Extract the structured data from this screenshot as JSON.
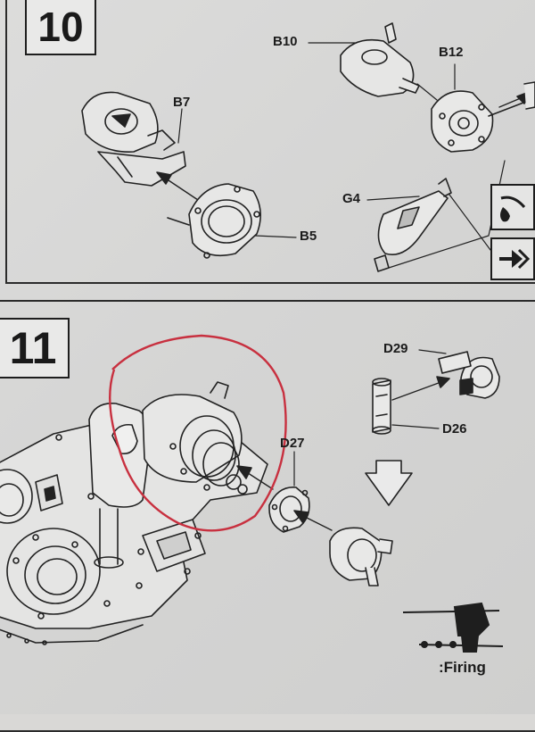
{
  "steps": {
    "step10": "10",
    "step11": "11"
  },
  "parts": {
    "B10": "B10",
    "B12": "B12",
    "B7": "B7",
    "B5": "B5",
    "G4": "G4",
    "D29": "D29",
    "D26": "D26",
    "D27": "D27"
  },
  "legend": {
    "firing_label": ":Firing"
  },
  "colors": {
    "ink": "#1e1e1e",
    "paper": "#d8d8d7",
    "marker_circle": "#c8303f"
  },
  "icons": {
    "glue": "glue-drop-icon",
    "note": "arrow-note-icon",
    "gun": "gun-silhouette-icon"
  }
}
